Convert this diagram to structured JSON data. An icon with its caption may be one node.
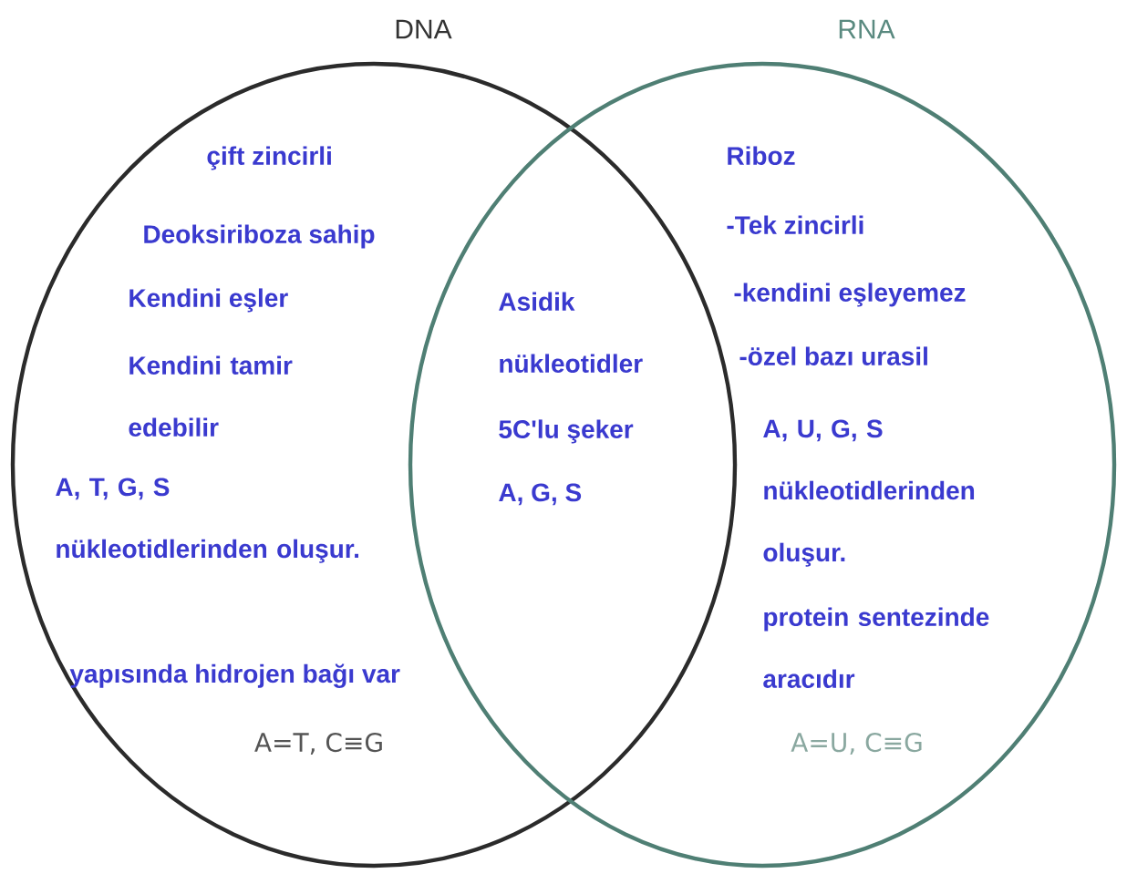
{
  "diagram": {
    "nodes": [
      {
        "text": [
          "DNA",
          "çift zincirli",
          "Deoksiriboza sahip",
          "Kendini eşler",
          "Kendini tamir edebilir",
          "A, T, G, S nükleotidlerinden oluşur.",
          "yapısında hidrojen bağı var",
          "A=T, C≡G"
        ]
      },
      {
        "text": [
          "RNA",
          "Riboz",
          "-Tek zincirli",
          "-kendini eşleyemez",
          "-özel bazı urasil",
          "A, U, G, S nükleotidlerinden oluşur.",
          "protein sentezinde aracıdır",
          "A=U, C≡G"
        ]
      }
    ],
    "labels": [
      "Asidik nükleotidler",
      "5C'lu şeker",
      "A, G, S"
    ]
  }
}
